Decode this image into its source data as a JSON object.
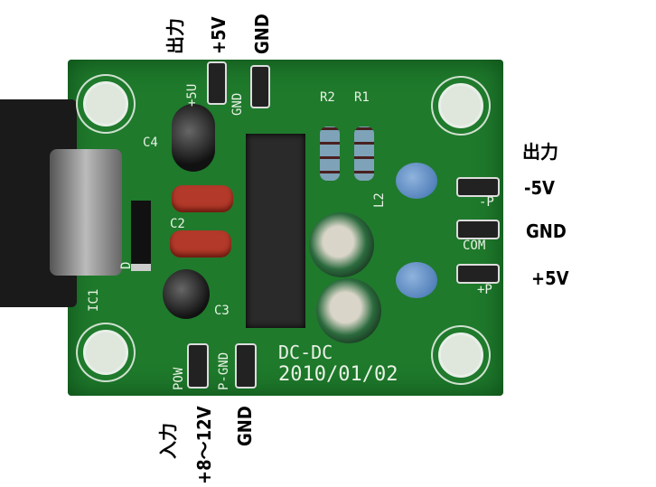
{
  "annotations": {
    "top_output": "出力",
    "top_plus5v": "+5V",
    "top_gnd": "GND",
    "right_output": "出力",
    "right_minus5v": "-5V",
    "right_gnd": "GND",
    "right_plus5v": "+5V",
    "bottom_input": "入力",
    "bottom_voltage": "+8～12V",
    "bottom_gnd": "GND"
  },
  "silkscreen": {
    "plus5u": "+5U",
    "gnd_top": "GND",
    "r2": "R2",
    "r1": "R1",
    "c4": "C4",
    "c2": "C2",
    "c3": "C3",
    "l2": "L2",
    "ic1": "IC1",
    "d": "D",
    "minus_p": "-P",
    "com": "COM",
    "plus_p": "+P",
    "pow": "POW",
    "p_gnd": "P-GND",
    "board_name": "DC-DC",
    "board_date": "2010/01/02"
  }
}
